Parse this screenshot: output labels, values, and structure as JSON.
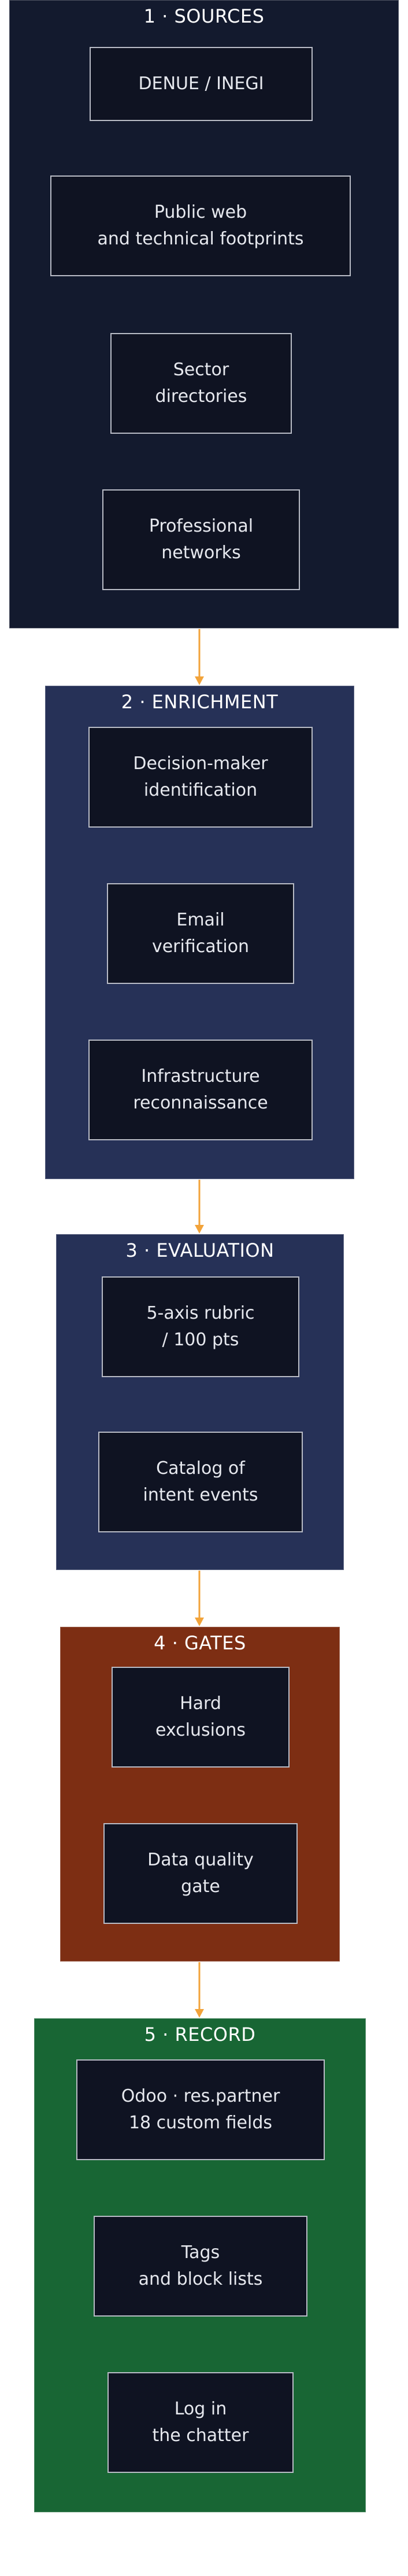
{
  "stages": [
    {
      "id": "sources",
      "title": "1 · SOURCES",
      "color": "#131a2e",
      "nodes": [
        "DENUE / INEGI",
        "Public web\nand technical footprints",
        "Sector\ndirectories",
        "Professional\nnetworks"
      ]
    },
    {
      "id": "enrichment",
      "title": "2 · ENRICHMENT",
      "color": "#263157",
      "nodes": [
        "Decision-maker\nidentification",
        "Email\nverification",
        "Infrastructure\nreconnaissance"
      ]
    },
    {
      "id": "evaluation",
      "title": "3 · EVALUATION",
      "color": "#263157",
      "nodes": [
        "5-axis rubric\n/ 100 pts",
        "Catalog of\nintent events"
      ]
    },
    {
      "id": "gates",
      "title": "4 · GATES",
      "color": "#7d2e13",
      "nodes": [
        "Hard\nexclusions",
        "Data quality\ngate"
      ]
    },
    {
      "id": "record",
      "title": "5 · RECORD",
      "color": "#186634",
      "nodes": [
        "Odoo · res.partner\n18 custom fields",
        "Tags\nand block lists",
        "Log in\nthe chatter"
      ]
    }
  ],
  "arrow_color": "#f2a33a"
}
